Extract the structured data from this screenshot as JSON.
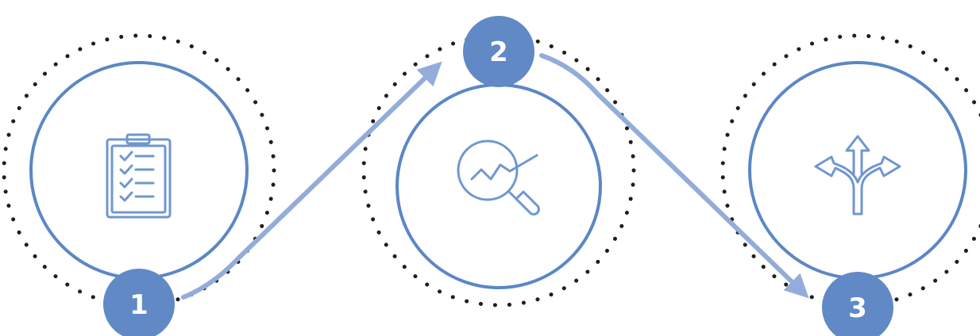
{
  "steps": [
    {
      "number": "1",
      "icon": "clipboard-checklist-icon"
    },
    {
      "number": "2",
      "icon": "magnifier-trend-icon"
    },
    {
      "number": "3",
      "icon": "split-arrows-icon"
    }
  ],
  "colors": {
    "ring": "#5b87c5",
    "badge": "#6089c6",
    "arrow": "#93acd9",
    "dots": "#1e1e1e",
    "icon": "#6f97cf"
  }
}
